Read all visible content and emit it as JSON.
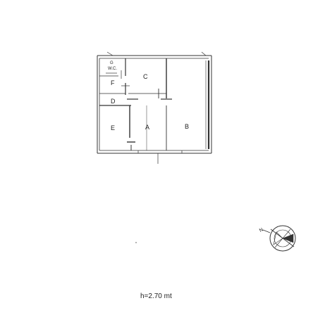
{
  "floor_plan": {
    "rooms": {
      "a": "A",
      "b": "B",
      "c": "C",
      "d": "D",
      "e": "E",
      "f": "F",
      "g": "G",
      "wc": "W.C."
    },
    "ceiling_height": "h=2.70 mt",
    "compass": {
      "north_letter": "N"
    },
    "line_color": "#333333"
  }
}
